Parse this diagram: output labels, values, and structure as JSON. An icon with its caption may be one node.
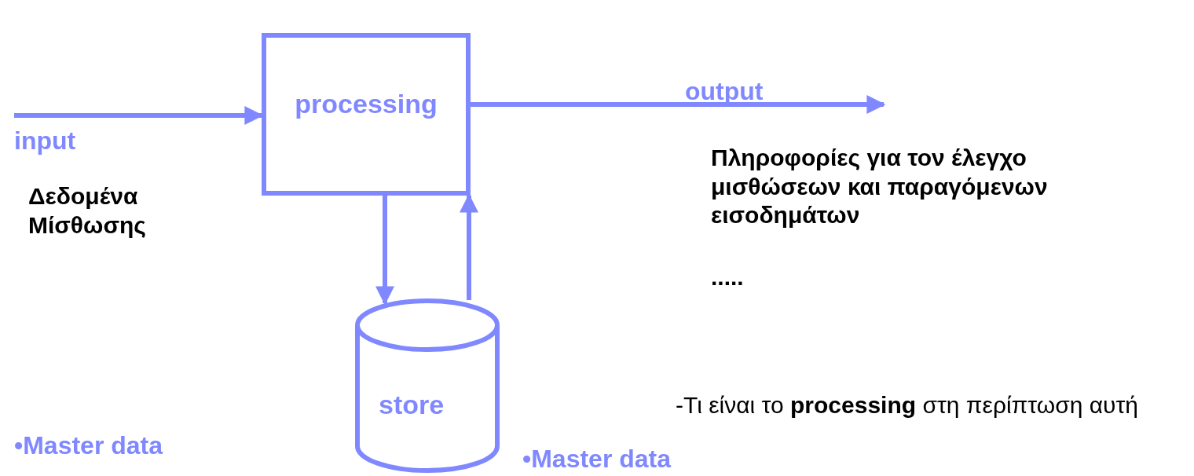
{
  "diagram": {
    "nodes": [
      {
        "text": [
          "processing"
        ]
      },
      {
        "text": [
          "store"
        ]
      }
    ],
    "edges": [
      {
        "from": null,
        "to": 0,
        "arrow": "to"
      },
      {
        "from": 0,
        "to": null,
        "arrow": "to",
        "label": "output"
      },
      {
        "from": 0,
        "to": 1,
        "arrow": "to"
      },
      {
        "from": 1,
        "to": 0,
        "arrow": "to"
      }
    ],
    "labels": [
      "input",
      "Δεδομένα Μίσθωσης",
      "Πληροφορίες για τον έλεγχο μισθώσεων και παραγόμενων εισοδημάτων",
      ".....",
      "-Τι είναι το **processing** στη περίπτωση αυτή",
      "•Master data",
      "•Master data"
    ]
  }
}
